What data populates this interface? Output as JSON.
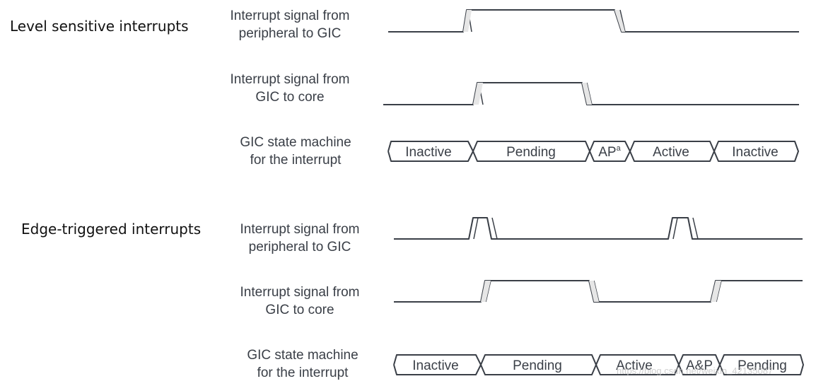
{
  "sections": {
    "level": {
      "title": "Level sensitive interrupts"
    },
    "edge": {
      "title": "Edge-triggered interrupts"
    }
  },
  "labels": {
    "level_periph": [
      "Interrupt signal from",
      "peripheral to GIC"
    ],
    "level_core": [
      "Interrupt signal from",
      "GIC to core"
    ],
    "level_state": [
      "GIC state machine",
      "for the interrupt"
    ],
    "edge_periph": [
      "Interrupt signal from",
      "peripheral to GIC"
    ],
    "edge_core": [
      "Interrupt signal from",
      "GIC to core"
    ],
    "edge_state": [
      "GIC state machine",
      "for the interrupt"
    ]
  },
  "level_states": [
    "Inactive",
    "Pending",
    "AP",
    "Active",
    "Inactive"
  ],
  "level_ap_superscript": "a",
  "edge_states": [
    "Inactive",
    "Pending",
    "Active",
    "A&P",
    "Pending"
  ],
  "watermark": "https://blog.csdn.net/weixin_42135087",
  "colors": {
    "wave": "#3a3f47",
    "text": "#3a3f47",
    "title": "#111111"
  }
}
